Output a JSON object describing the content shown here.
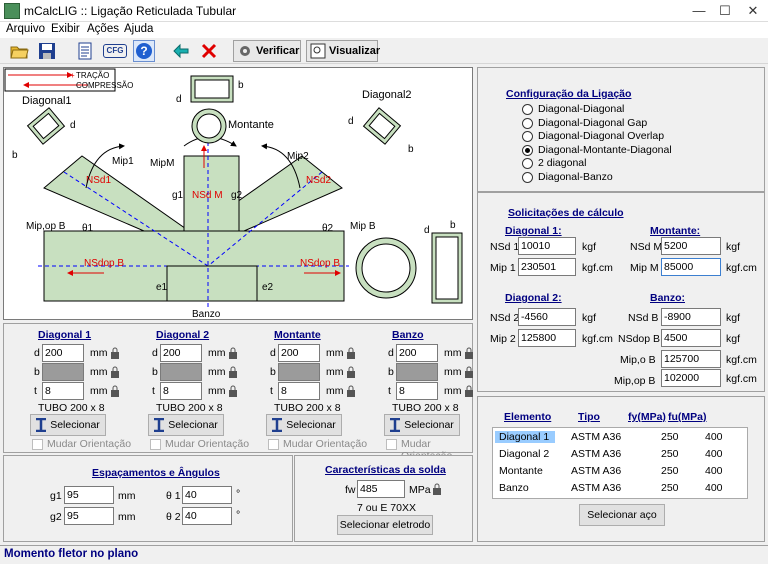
{
  "window": {
    "title": "mCalcLIG :: Ligação Reticulada Tubular",
    "minimize": "—",
    "maximize": "☐",
    "close": "✕"
  },
  "menu": [
    "Arquivo",
    "Exibir",
    "Ações",
    "Ajuda"
  ],
  "toolbar": {
    "cfg_label": "CFG",
    "verify_label": "Verificar",
    "view_label": "Visualizar"
  },
  "diagram": {
    "legend_tracao": "TRAÇÃO",
    "legend_compressao": "COMPRESSÃO",
    "diagonal1": "Diagonal1",
    "diagonal2": "Diagonal2",
    "montante": "Montante",
    "banzo": "Banzo",
    "mip1": "Mip1",
    "mip2": "Mip2",
    "mipm": "MipM",
    "mipopb": "Mip,op B",
    "mipb": "Mip B",
    "nsd1": "NSd1",
    "nsd2": "NSd2",
    "nsdm": "NSd M",
    "nsdopb_left": "NSdop B",
    "nsdopb_right": "NSdop B",
    "g1": "g1",
    "g2": "g2",
    "theta1": "θ1",
    "theta2": "θ2",
    "e1": "e1",
    "e2": "e2",
    "d": "d",
    "b": "b",
    "plus": "+",
    "minus": "−"
  },
  "config": {
    "title": "Configuração da Ligação",
    "options": [
      "Diagonal-Diagonal",
      "Diagonal-Diagonal Gap",
      "Diagonal-Diagonal Overlap",
      "Diagonal-Montante-Diagonal",
      "2 diagonal",
      "Diagonal-Banzo"
    ],
    "selected_index": 3
  },
  "solicitacoes": {
    "title": "Solicitações de cálculo",
    "diag1": {
      "title": "Diagonal 1:",
      "nsd_label": "NSd 1",
      "nsd": "10010",
      "nsd_unit": "kgf",
      "mip_label": "Mip 1",
      "mip": "230501",
      "mip_unit": "kgf.cm"
    },
    "montante": {
      "title": "Montante:",
      "nsd_label": "NSd M",
      "nsd": "5200",
      "nsd_unit": "kgf",
      "mip_label": "Mip M",
      "mip": "85000",
      "mip_unit": "kgf.cm"
    },
    "diag2": {
      "title": "Diagonal 2:",
      "nsd_label": "NSd 2",
      "nsd": "-4560",
      "nsd_unit": "kgf",
      "mip_label": "Mip 2",
      "mip": "125800",
      "mip_unit": "kgf.cm"
    },
    "banzo": {
      "title": "Banzo:",
      "nsdb_label": "NSd B",
      "nsdb": "-8900",
      "nsdb_unit": "kgf",
      "nsdop_label": "NSdop B",
      "nsdop": "4500",
      "nsdop_unit": "kgf",
      "mipo_label": "Mip,o B",
      "mipo": "125700",
      "mipo_unit": "kgf.cm",
      "mipop_label": "Mip,op B",
      "mipop": "102000",
      "mipop_unit": "kgf.cm"
    }
  },
  "members": [
    {
      "title": "Diagonal 1",
      "d": "200",
      "b": "",
      "t": "8",
      "tube": "TUBO 200 x 8"
    },
    {
      "title": "Diagonal 2",
      "d": "200",
      "b": "",
      "t": "8",
      "tube": "TUBO 200 x 8"
    },
    {
      "title": "Montante",
      "d": "200",
      "b": "",
      "t": "8",
      "tube": "TUBO 200 x 8"
    },
    {
      "title": "Banzo",
      "d": "200",
      "b": "",
      "t": "8",
      "tube": "TUBO 200 x 8"
    }
  ],
  "member_labels": {
    "d": "d",
    "b": "b",
    "t": "t",
    "unit": "mm",
    "select": "Selecionar",
    "orient": "Mudar Orientação"
  },
  "espacamentos": {
    "title": "Espaçamentos e Ângulos",
    "g1_label": "g1",
    "g1": "95",
    "g2_label": "g2",
    "g2": "95",
    "unit": "mm",
    "th1_label": "θ 1",
    "th1": "40",
    "th2_label": "θ 2",
    "th2": "40",
    "deg": "°"
  },
  "solda": {
    "title": "Características da solda",
    "fw_label": "fw",
    "fw": "485",
    "unit": "MPa",
    "eletrodo": "7 ou E 70XX",
    "button": "Selecionar eletrodo"
  },
  "materials": {
    "headers": [
      "Elemento",
      "Tipo",
      "fy(MPa)",
      "fu(MPa)"
    ],
    "rows": [
      [
        "Diagonal 1",
        "ASTM A36",
        "250",
        "400"
      ],
      [
        "Diagonal 2",
        "ASTM A36",
        "250",
        "400"
      ],
      [
        "Montante",
        "ASTM A36",
        "250",
        "400"
      ],
      [
        "Banzo",
        "ASTM A36",
        "250",
        "400"
      ]
    ],
    "button": "Selecionar aço"
  },
  "status": "Momento fletor no plano",
  "colors": {
    "steel": "#c8e0c0",
    "force": "#e00000",
    "axis": "#0000ff",
    "header": "#000080"
  }
}
